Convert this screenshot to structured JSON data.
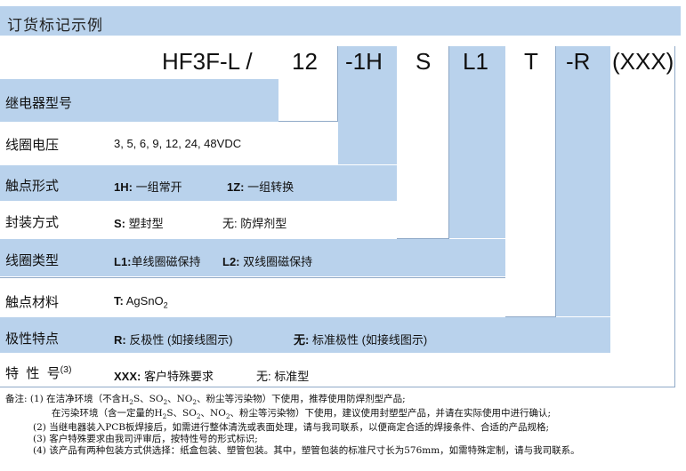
{
  "title": "订货标记示例",
  "code": {
    "prefix": "HF3F-L /",
    "voltage": "12",
    "contact": "-1H",
    "sealing": "S",
    "coil": "L1",
    "material": "T",
    "polarity": "-R",
    "special": "(XXX)"
  },
  "rows": [
    {
      "label": "继电器型号",
      "text": ""
    },
    {
      "label": "线圈电压",
      "text": "3, 5, 6, 9, 12, 24, 48VDC"
    },
    {
      "label": "触点形式",
      "k1": "1H:",
      "v1": "一组常开",
      "k2": "1Z:",
      "v2": "一组转换"
    },
    {
      "label": "封装方式",
      "k1": "S:",
      "v1": "塑封型",
      "k2": "无:",
      "v2": "防焊剂型"
    },
    {
      "label": "线圈类型",
      "k1": "L1:",
      "v1": "单线圈磁保持",
      "k2": "L2:",
      "v2": "双线圈磁保持"
    },
    {
      "label": "触点材料",
      "k1": "T:",
      "v1": "AgSnO",
      "v1sub": "2"
    },
    {
      "label": "极性特点",
      "k1": "R:",
      "v1": "反极性 (如接线图示)",
      "k2": "无:",
      "v2": "标准极性 (如接线图示)"
    },
    {
      "label": "特  性  号",
      "label_sup": "(3)",
      "k1": "XXX:",
      "v1": "客户特殊要求",
      "k2": "无:",
      "v2": "标准型"
    }
  ],
  "notes": [
    [
      "备注: (1) 在洁净环境（不含H",
      "2",
      "S、SO",
      "2",
      "、NO",
      "2",
      "、粉尘等污染物）下使用，推荐使用防焊剂型产品;"
    ],
    [
      "在污染环境（含一定量的H",
      "2",
      "S、SO",
      "2",
      "、NO",
      "2",
      "、粉尘等污染物）下使用，建议使用封塑型产品，并请在实际使用中进行确认;"
    ],
    [
      "(2) 当继电器装入PCB板焊接后，如需进行整体清洗或表面处理，请与我司联系，以便商定合适的焊接条件、合适的产品规格;"
    ],
    [
      "(3) 客户特殊要求由我司评审后，按特性号的形式标识;"
    ],
    [
      "(4) 该产品有两种包装方式供选择：纸盒包装、塑管包装。其中，塑管包装的标准尺寸长为576mm，如需特殊定制，请与我司联系。"
    ]
  ]
}
